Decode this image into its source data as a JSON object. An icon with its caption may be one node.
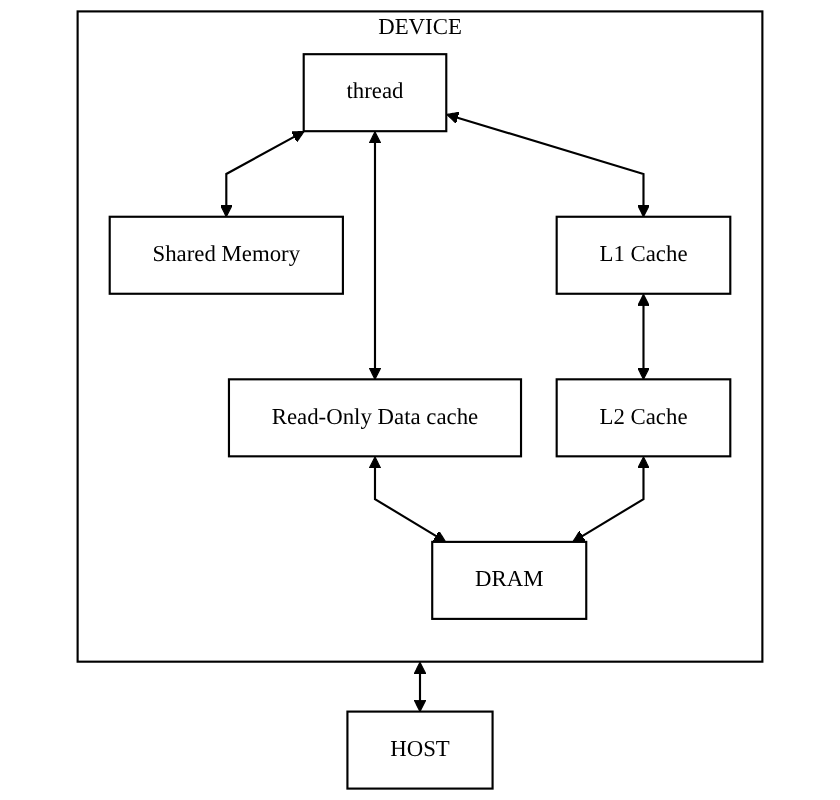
{
  "diagram": {
    "nodes": [
      {
        "text": [
          "DEVICE"
        ]
      },
      {
        "text": [
          "thread"
        ],
        "in": 0
      },
      {
        "text": [
          "Shared Memory"
        ],
        "in": 0
      },
      {
        "text": [
          "L1 Cache"
        ],
        "in": 0
      },
      {
        "text": [
          "Read-Only Data cache"
        ],
        "in": 0
      },
      {
        "text": [
          "L2 Cache"
        ],
        "in": 0
      },
      {
        "text": [
          "DRAM"
        ],
        "in": 0
      },
      {
        "text": [
          "HOST"
        ]
      }
    ],
    "edges": [
      {
        "from": 1,
        "to": 2,
        "arrow": "both"
      },
      {
        "from": 1,
        "to": 3,
        "arrow": "both"
      },
      {
        "from": 1,
        "to": 4,
        "arrow": "both"
      },
      {
        "from": 3,
        "to": 5,
        "arrow": "both"
      },
      {
        "from": 4,
        "to": 6,
        "arrow": "both"
      },
      {
        "from": 5,
        "to": 6,
        "arrow": "both"
      },
      {
        "from": 0,
        "to": 7,
        "arrow": "both"
      }
    ]
  }
}
